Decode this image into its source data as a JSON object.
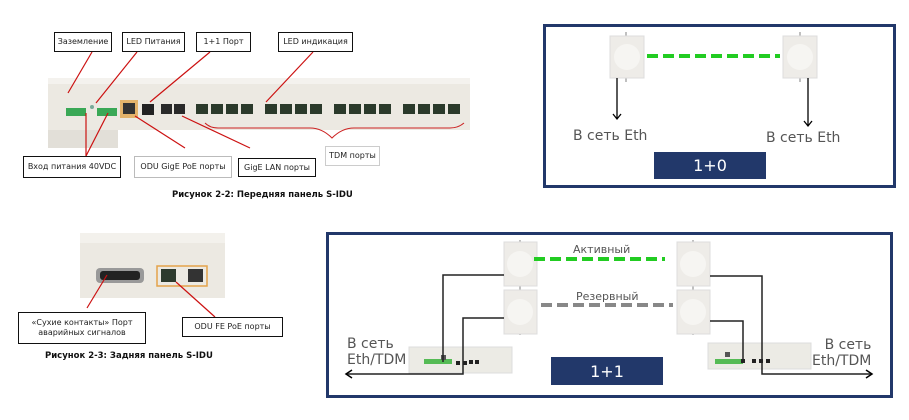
{
  "front_panel": {
    "callouts": {
      "grounding": "Заземление",
      "power_led": "LED Питания",
      "port_1plus1": "1+1 Порт",
      "led_indication": "LED индикация",
      "power_input": "Вход питания 40VDC",
      "odu_gige_poe": "ODU GigE PoE порты",
      "gige_lan": "GigE LAN порты",
      "tdm_ports": "TDM порты"
    },
    "caption": "Рисунок 2-2: Передняя панель S-IDU"
  },
  "rear_panel": {
    "callouts": {
      "dry_contacts_line1": "«Сухие контакты» Порт",
      "dry_contacts_line2": "аварийных сигналов",
      "odu_fe_poe": "ODU FE PoE порты"
    },
    "caption": "Рисунок 2-3: Задняя панель S-IDU"
  },
  "diagram_1plus0": {
    "left_label": "В сеть Eth",
    "right_label": "В сеть Eth",
    "badge": "1+0",
    "link_color": "#22cc22"
  },
  "diagram_1plus1": {
    "active_label": "Активный",
    "standby_label": "Резервный",
    "left_label_line1": "В сеть",
    "left_label_line2": "Eth/TDM",
    "right_label_line1": "В сеть",
    "right_label_line2": "Eth/TDM",
    "badge": "1+1",
    "active_color": "#22cc22",
    "standby_color": "#888888"
  },
  "colors": {
    "frame": "#22386a",
    "arrow": "#cc1111"
  }
}
